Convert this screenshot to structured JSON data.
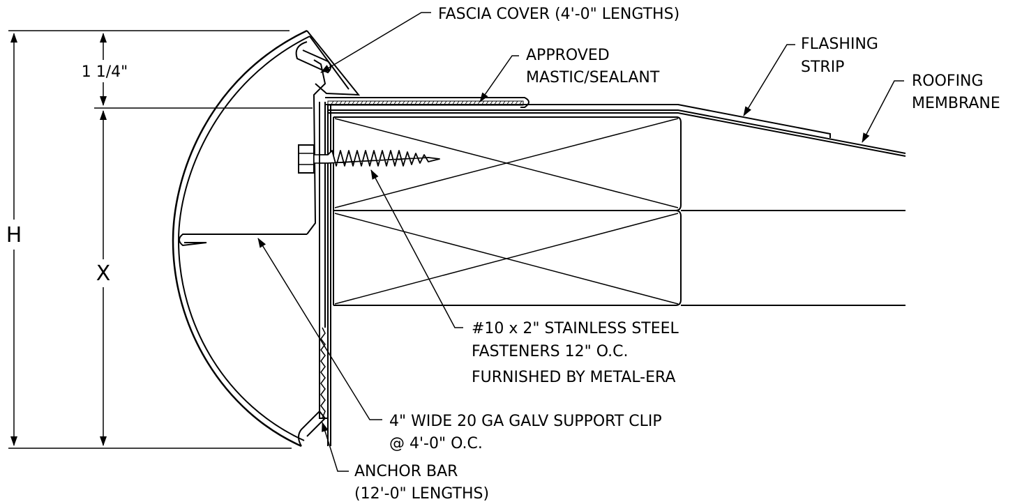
{
  "labels": {
    "fascia_cover": "FASCIA COVER (4'-0\" LENGTHS)",
    "mastic_line1": "APPROVED",
    "mastic_line2": "MASTIC/SEALANT",
    "flashing_line1": "FLASHING",
    "flashing_line2": "STRIP",
    "membrane_line1": "ROOFING",
    "membrane_line2": "MEMBRANE",
    "fastener_line1": "#10 x 2\" STAINLESS STEEL",
    "fastener_line2": "FASTENERS 12\" O.C.",
    "fastener_line3": "FURNISHED BY METAL-ERA",
    "clip_line1": "4\" WIDE 20 GA GALV SUPPORT CLIP",
    "clip_line2": "@ 4'-0\" O.C.",
    "anchor_line1": "ANCHOR BAR",
    "anchor_line2": "(12'-0\" LENGTHS)"
  },
  "dimensions": {
    "top_offset": "1 1/4\"",
    "overall_height": "H",
    "fascia_height": "X"
  }
}
